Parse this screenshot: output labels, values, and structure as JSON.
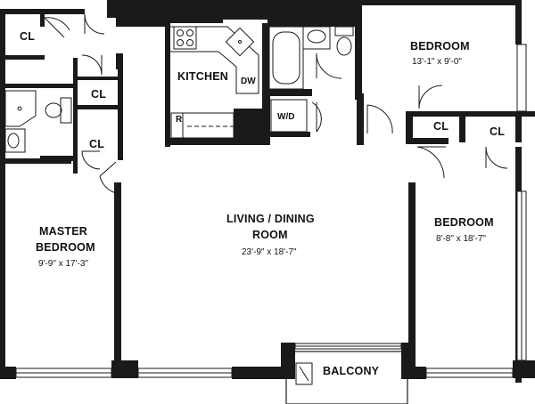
{
  "rooms": {
    "master_bedroom": {
      "name_line1": "MASTER",
      "name_line2": "BEDROOM",
      "dimensions": "9'-9\" x 17'-3\""
    },
    "living_dining": {
      "name_line1": "LIVING / DINING",
      "name_line2": "ROOM",
      "dimensions": "23'-9\" x 18'-7\""
    },
    "kitchen": {
      "name": "KITCHEN"
    },
    "bedroom_top": {
      "name": "BEDROOM",
      "dimensions": "13'-1\" x 9'-0\""
    },
    "bedroom_right": {
      "name": "BEDROOM",
      "dimensions": "8'-8\" x 18'-7\""
    },
    "balcony": {
      "name": "BALCONY"
    }
  },
  "closets": {
    "top_left": "CL",
    "hall_upper": "CL",
    "hall_lower": "CL",
    "bedroom_top_closet": "CL",
    "bedroom_right_closet": "CL"
  },
  "appliances": {
    "dishwasher": "DW",
    "refrigerator": "R",
    "washer_dryer": "W/D"
  }
}
